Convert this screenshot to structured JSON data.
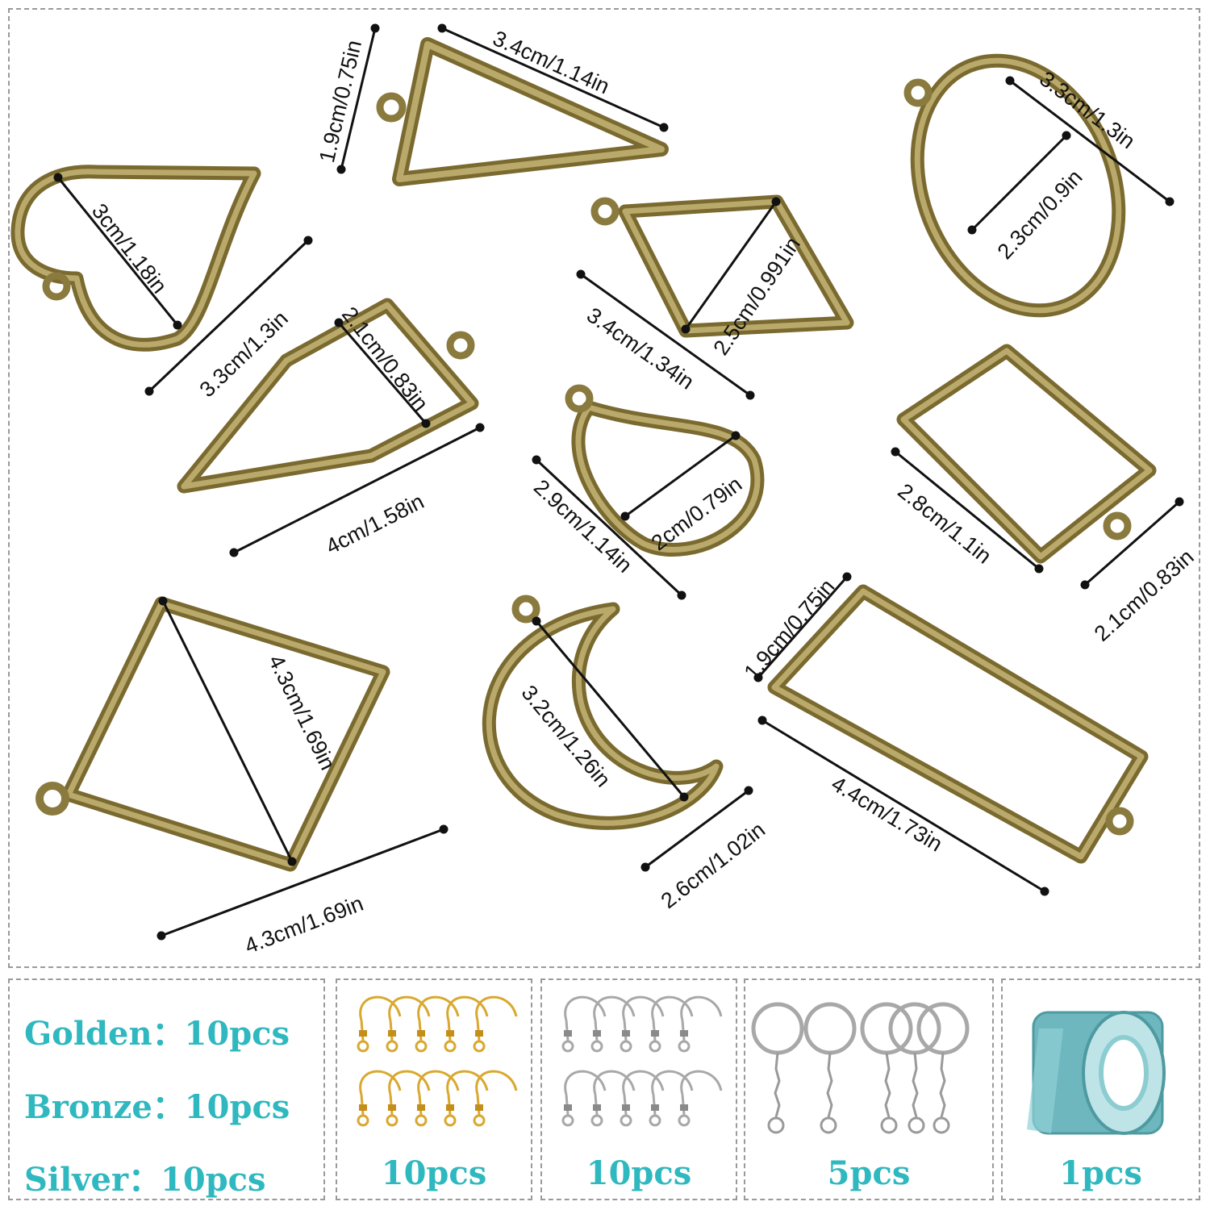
{
  "measurements": {
    "triangle_height": "1.9cm/0.75in",
    "triangle_width": "3.4cm/1.14in",
    "oval_length": "3.3cm/1.3in",
    "oval_width": "2.3cm/0.9in",
    "heart_inner": "3cm/1.18in",
    "heart_outer": "3.3cm/1.3in",
    "rhombus_width": "2.5cm/0.991in",
    "rhombus_length": "3.4cm/1.34in",
    "pentagon_width": "2.1cm/0.83in",
    "pentagon_length": "4cm/1.58in",
    "drop_width": "2cm/0.79in",
    "drop_length": "2.9cm/1.14in",
    "rect_small_length": "2.8cm/1.1in",
    "rect_small_width": "2.1cm/0.83in",
    "rect_long_width": "1.9cm/0.75in",
    "rect_long_length": "4.4cm/1.73in",
    "square_diagonal": "4.3cm/1.69in",
    "square_side": "4.3cm/1.69in",
    "moon_length": "3.2cm/1.26in",
    "moon_width": "2.6cm/1.02in"
  },
  "counts": {
    "golden": "Golden：10pcs",
    "bronze": "Bronze：10pcs",
    "silver": "Silver：10pcs"
  },
  "accessories": {
    "gold_hooks_qty": "10pcs",
    "silver_hooks_qty": "10pcs",
    "keyrings_qty": "5pcs",
    "tape_qty": "1pcs"
  },
  "colors": {
    "bronze": "#8a7a3e",
    "bronze_light": "#b9a96a",
    "accent": "#2fb8bf",
    "gold": "#d9a82e",
    "silver": "#a8a8a8",
    "tape": "#7fc6cc"
  }
}
